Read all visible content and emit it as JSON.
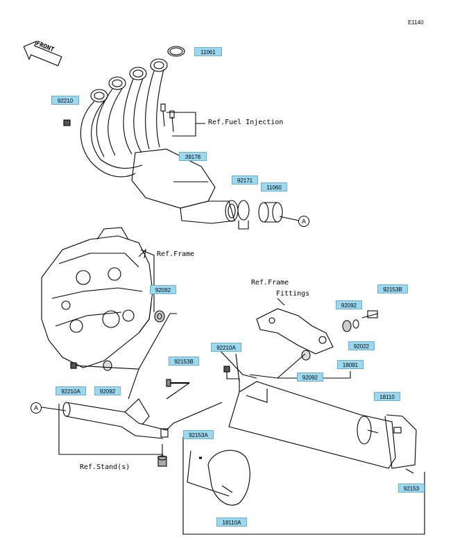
{
  "diagram_code": "E1140",
  "front_label": "FRONT",
  "callout_letter": "A",
  "refs": {
    "fuel_injection": "Ref.Fuel Injection",
    "frame": "Ref.Frame",
    "frame_fittings_1": "Ref.Frame",
    "frame_fittings_2": "Fittings",
    "stand": "Ref.Stand(s)"
  },
  "parts": {
    "p11061": "11061",
    "p92210": "92210",
    "p39178": "39178",
    "p92171": "92171",
    "p11060": "11060",
    "p92092_left": "92092",
    "p92210A_left": "92210A",
    "p92092_bottom": "92092",
    "p92153B_mid": "92153B",
    "p92210A_mid": "92210A",
    "p92092_mid": "92092",
    "p92092_right": "92092",
    "p92153B_right": "92153B",
    "p92022": "92022",
    "p18091": "18091",
    "p18110": "18110",
    "p92153A": "92153A",
    "p18110A": "18110A",
    "p92153": "92153"
  },
  "colors": {
    "label_fill": "#9cd8ef",
    "line": "#000000"
  }
}
